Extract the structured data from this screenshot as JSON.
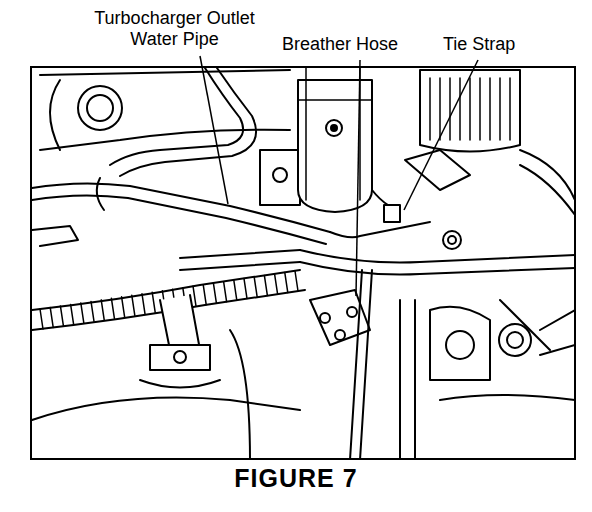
{
  "diagram": {
    "caption": "FIGURE 7",
    "labels": [
      "Turbocharger Outlet Water Pipe",
      "Breather Hose",
      "Tie Strap"
    ]
  }
}
